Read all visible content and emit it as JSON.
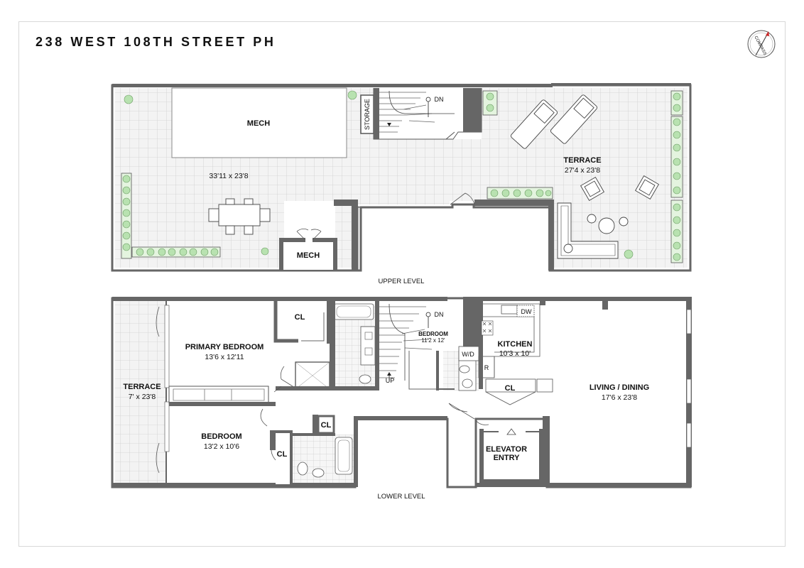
{
  "title": "238 WEST 108TH STREET PH",
  "compass_label": "COMPASS",
  "upper_level": {
    "label": "UPPER LEVEL",
    "mech_main": "MECH",
    "mech_main_dim": "33'11 x 23'8",
    "mech_small": "MECH",
    "storage": "STORAGE",
    "stair_dn": "DN",
    "terrace": "TERRACE",
    "terrace_dim": "27'4 x 23'8"
  },
  "lower_level": {
    "label": "LOWER LEVEL",
    "terrace": "TERRACE",
    "terrace_dim": "7' x 23'8",
    "primary_bedroom": "PRIMARY BEDROOM",
    "primary_bedroom_dim": "13'6 x 12'11",
    "bedroom": "BEDROOM",
    "bedroom_dim": "13'2 x 10'6",
    "cl_primary": "CL",
    "cl_hall": "CL",
    "cl_bedroom": "CL",
    "cl_kitchen": "CL",
    "stair_dn": "DN",
    "stair_up": "UP",
    "bedroom_small": "BEDROOM",
    "bedroom_small_dim": "11'2 x 12'",
    "kitchen": "KITCHEN",
    "kitchen_dim": "10'3 x 10'",
    "dw": "DW",
    "wd": "W/D",
    "r": "R",
    "living": "LIVING / DINING",
    "living_dim": "17'6 x 23'8",
    "elevator_line1": "ELEVATOR",
    "elevator_line2": "ENTRY"
  }
}
